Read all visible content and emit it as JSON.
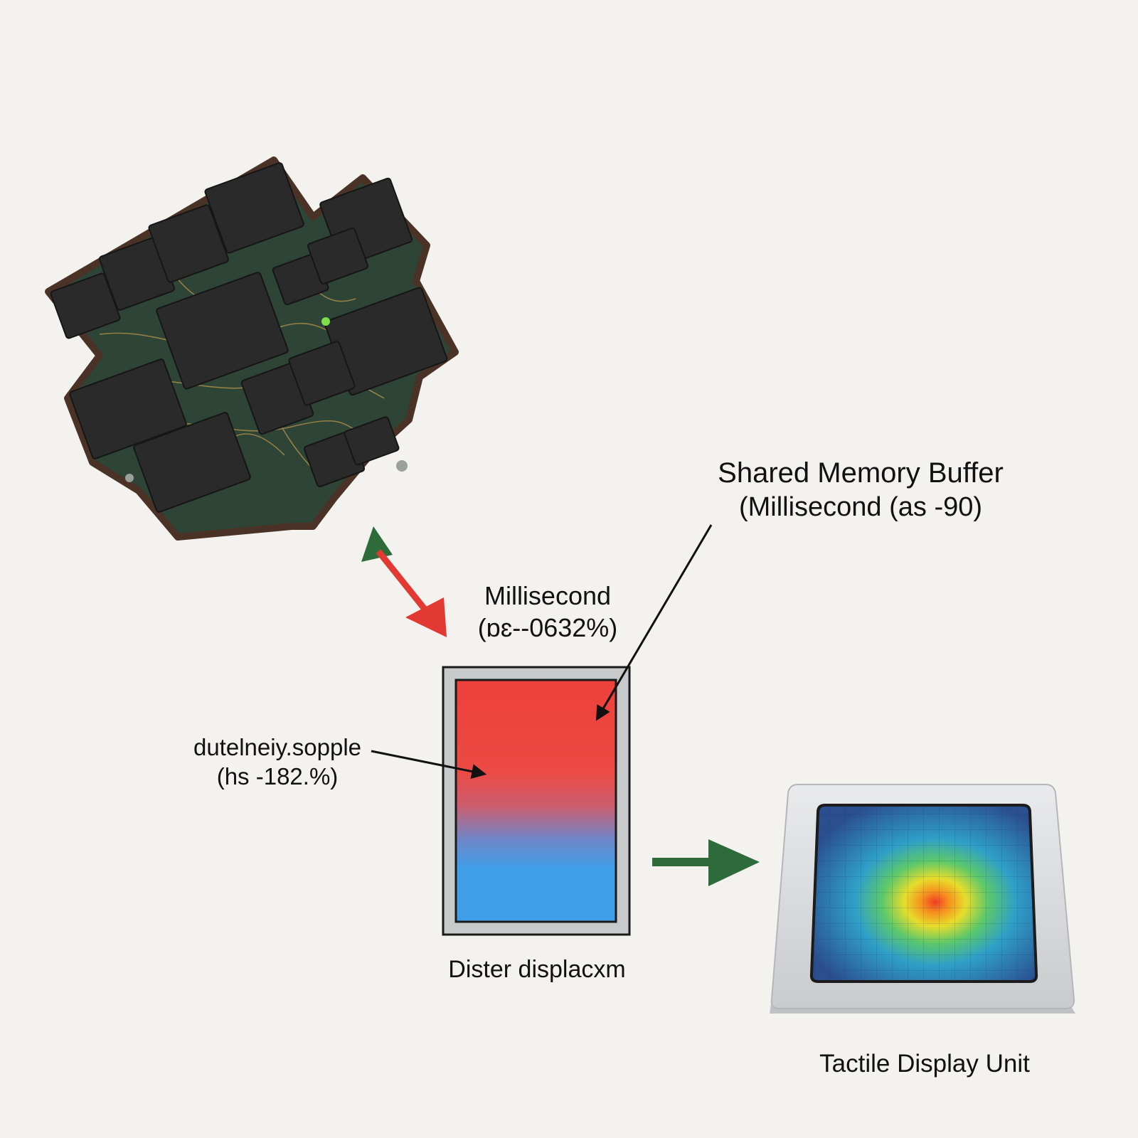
{
  "labels": {
    "shared_buffer_title": "Shared Memory Buffer",
    "shared_buffer_sub": "(Millisecond (as -90)",
    "ms_title": "Millisecond",
    "ms_sub": "(ɒɛ--0632%)",
    "left_title": "dutelneiy.sopple",
    "left_sub": "(hs -182.%)",
    "buffer_caption": "Dister displacxm",
    "tactile_caption": "Tactile Display Unit"
  },
  "colors": {
    "background": "#f3f2ef",
    "buffer_top": "#ee3f3b",
    "buffer_bottom": "#3f9ee8",
    "arrow_green": "#2e6b3a",
    "arrow_red": "#e23a33",
    "pcb_board": "#2d4436",
    "chip": "#2b2b2b"
  },
  "icons": {
    "pcb": "circuit-board-icon",
    "buffer": "memory-buffer-icon",
    "tactile": "tactile-display-icon"
  }
}
